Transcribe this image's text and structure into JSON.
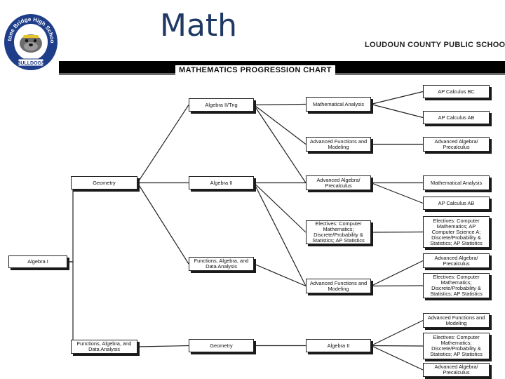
{
  "header": {
    "title": "Math",
    "district": "LOUDOUN COUNTY PUBLIC SCHOOLS",
    "chart_title": "MATHEMATICS PROGRESSION CHART"
  },
  "logo": {
    "ring_text": "Stone Bridge High School",
    "mascot": "BULLDOGS",
    "colors": {
      "ring": "#1f3e8a",
      "gold": "#e6c22c"
    }
  },
  "nodes": {
    "algebra_i": "Algebra I",
    "geometry_1": "Geometry",
    "functions_1": "Functions, Algebra, and Data Analysis",
    "algebra_ii_trig": "Algebra II/Trig",
    "algebra_ii_1": "Algebra II",
    "functions_2": "Functions, Algebra, and Data Analysis",
    "geometry_2": "Geometry",
    "math_analysis_1": "Mathematical Analysis",
    "adv_functions_1": "Advanced Functions and Modeling",
    "adv_algebra_1": "Advanced Algebra/ Precalculus",
    "electives_1": "Electives: Computer Mathematics; Discrete/Probability & Statistics; AP Statistics",
    "adv_functions_2": "Advanced Functions and Modeling",
    "algebra_ii_2": "Algebra II",
    "calc_bc": "AP Calculus BC",
    "calc_ab_1": "AP Calculus AB",
    "adv_algebra_2": "Advanced Algebra/ Precalculus",
    "math_analysis_2": "Mathematical Analysis",
    "calc_ab_2": "AP Calculus AB",
    "electives_2": "Electives: Computer Mathematics; AP Computer Science A; Discrete/Probability & Statistics; AP Statistics",
    "adv_algebra_3": "Advanced Algebra/ Precalculus",
    "electives_3": "Electives: Computer Mathematics; Discrete/Probability & Statistics; AP Statistics",
    "adv_functions_3": "Advanced Functions and Modeling",
    "electives_4": "Electives: Computer Mathematics; Discrete/Probability & Statistics; AP Statistics",
    "adv_algebra_4": "Advanced Algebra/ Precalculus"
  },
  "edges": [
    [
      "algebra_i",
      "geometry_1"
    ],
    [
      "algebra_i",
      "functions_1"
    ],
    [
      "geometry_1",
      "algebra_ii_trig"
    ],
    [
      "geometry_1",
      "algebra_ii_1"
    ],
    [
      "geometry_1",
      "functions_2"
    ],
    [
      "functions_1",
      "geometry_2"
    ],
    [
      "algebra_ii_trig",
      "math_analysis_1"
    ],
    [
      "algebra_ii_trig",
      "adv_functions_1"
    ],
    [
      "algebra_ii_trig",
      "adv_algebra_1"
    ],
    [
      "algebra_ii_1",
      "adv_algebra_1"
    ],
    [
      "algebra_ii_1",
      "electives_1"
    ],
    [
      "algebra_ii_1",
      "adv_functions_2"
    ],
    [
      "functions_2",
      "adv_functions_2"
    ],
    [
      "geometry_2",
      "algebra_ii_2"
    ],
    [
      "math_analysis_1",
      "calc_bc"
    ],
    [
      "math_analysis_1",
      "calc_ab_1"
    ],
    [
      "adv_functions_1",
      "adv_algebra_2"
    ],
    [
      "adv_algebra_1",
      "math_analysis_2"
    ],
    [
      "adv_algebra_1",
      "calc_ab_2"
    ],
    [
      "electives_1",
      "electives_2"
    ],
    [
      "adv_functions_2",
      "adv_algebra_3"
    ],
    [
      "adv_functions_2",
      "electives_3"
    ],
    [
      "algebra_ii_2",
      "adv_functions_3"
    ],
    [
      "algebra_ii_2",
      "electives_4"
    ],
    [
      "algebra_ii_2",
      "adv_algebra_4"
    ]
  ]
}
